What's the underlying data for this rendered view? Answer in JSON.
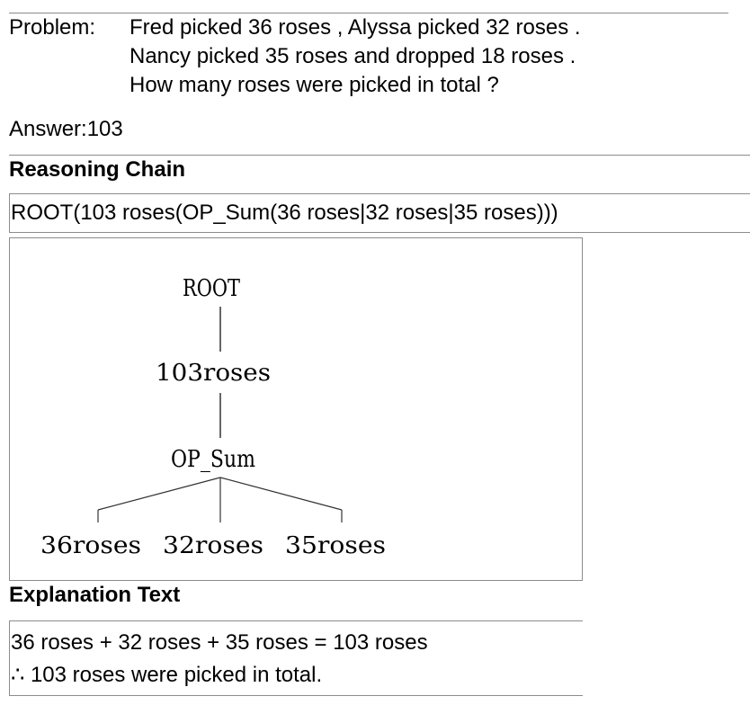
{
  "problem": {
    "label": "Problem:",
    "lines": [
      "Fred picked 36 roses , Alyssa picked 32 roses .",
      "Nancy picked 35 roses and dropped 18 roses .",
      "How many roses were picked in total ?"
    ]
  },
  "answer": {
    "text": "Answer:103"
  },
  "reasoning": {
    "heading": "Reasoning Chain",
    "chain": "ROOT(103 roses(OP_Sum(36 roses|32 roses|35 roses)))"
  },
  "tree": {
    "nodes": [
      {
        "id": "root",
        "label": "ROOT"
      },
      {
        "id": "result",
        "label": "103roses"
      },
      {
        "id": "op",
        "label": "OP_Sum"
      },
      {
        "id": "leaf1",
        "label": "36roses"
      },
      {
        "id": "leaf2",
        "label": "32roses"
      },
      {
        "id": "leaf3",
        "label": "35roses"
      }
    ],
    "edges": [
      [
        "root",
        "result"
      ],
      [
        "result",
        "op"
      ],
      [
        "op",
        "leaf1"
      ],
      [
        "op",
        "leaf2"
      ],
      [
        "op",
        "leaf3"
      ]
    ]
  },
  "explanation": {
    "heading": "Explanation Text",
    "lines": [
      "36 roses + 32 roses + 35 roses = 103 roses",
      "∴ 103 roses were picked in total."
    ]
  }
}
